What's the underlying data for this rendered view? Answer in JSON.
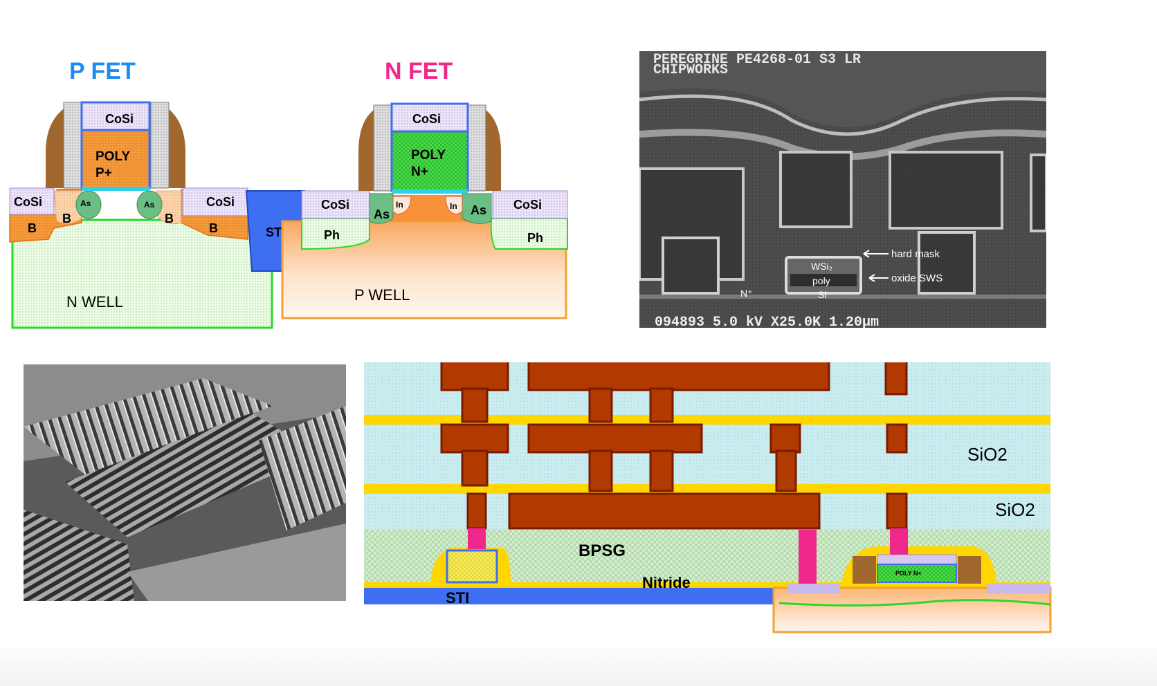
{
  "pfet": {
    "title": "P FET",
    "gate_cap": "CoSi",
    "poly_line1": "POLY",
    "poly_line2": "P+",
    "left_cosi": "CoSi",
    "right_cosi": "CoSi",
    "left_b_outer": "B",
    "left_b_inner": "B",
    "right_b_inner": "B",
    "right_b_outer": "B",
    "left_as": "As",
    "right_as": "As",
    "well": "N WELL"
  },
  "sti_label": "STI",
  "nfet": {
    "title": "N FET",
    "gate_cap": "CoSi",
    "poly_line1": "POLY",
    "poly_line2": "N+",
    "left_cosi": "CoSi",
    "right_cosi": "CoSi",
    "left_ph": "Ph",
    "right_ph": "Ph",
    "left_as": "As",
    "right_as": "As",
    "left_in": "In",
    "right_in": "In",
    "well": "P WELL"
  },
  "sem": {
    "header_line1": "PEREGRINE  PE4268-01      S3  LR",
    "header_line2": "CHIPWORKS",
    "label_wsi2": "WSi₂",
    "label_poly": "poly",
    "label_si": "Si",
    "label_nplus": "N⁺",
    "annot_hard_mask": "hard mask",
    "annot_oxide_sws": "oxide SWS",
    "footer": "094893  5.0  kV  X25.0K  1.20µm"
  },
  "stack": {
    "sio2_upper": "SiO2",
    "sio2_lower": "SiO2",
    "bpsg": "BPSG",
    "nitride": "Nitride",
    "sti": "STI",
    "poly_n_small": "POLY N+"
  },
  "colors": {
    "pfet_title": "#1e8cf0",
    "nfet_title": "#f0288c",
    "metal": "#b03a00",
    "metal_edge": "#7a1a00",
    "liner": "#ffd700",
    "oxide": "#cdeef0",
    "bpsg": "#d4ecd0",
    "sti": "#3e6ef2",
    "plug": "#f0288c"
  }
}
